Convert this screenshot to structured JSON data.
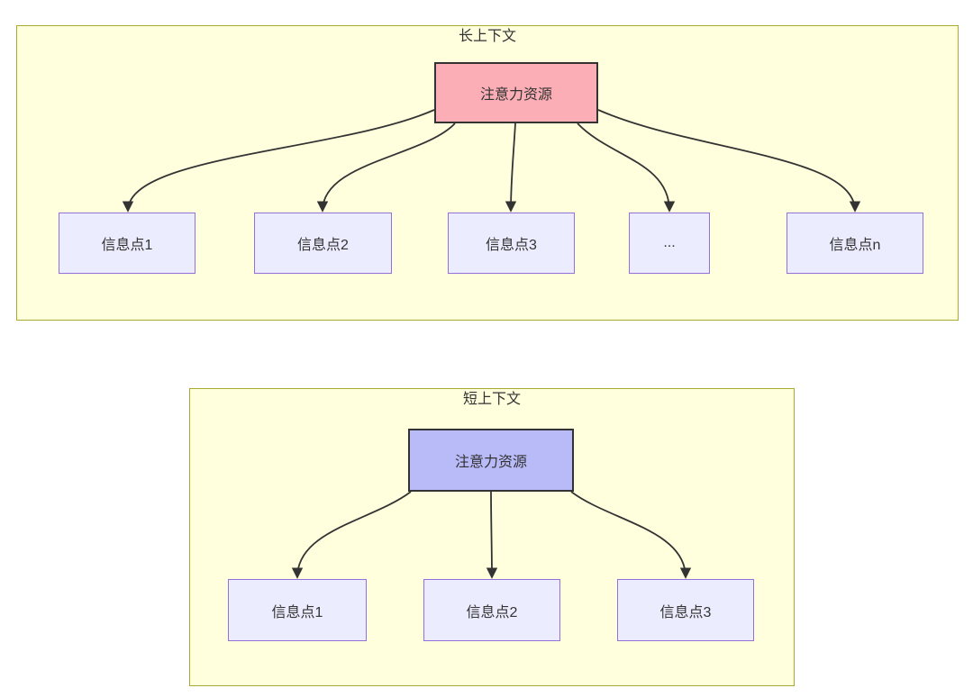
{
  "diagram": {
    "type": "flowchart",
    "clusters": [
      {
        "title": "长上下文",
        "source": {
          "label": "注意力资源",
          "fill": "#fcaeb6",
          "border": "#333333"
        },
        "targets": [
          {
            "label": "信息点1"
          },
          {
            "label": "信息点2"
          },
          {
            "label": "信息点3"
          },
          {
            "label": "..."
          },
          {
            "label": "信息点n"
          }
        ]
      },
      {
        "title": "短上下文",
        "source": {
          "label": "注意力资源",
          "fill": "#b9baf8",
          "border": "#333333"
        },
        "targets": [
          {
            "label": "信息点1"
          },
          {
            "label": "信息点2"
          },
          {
            "label": "信息点3"
          }
        ]
      }
    ],
    "colors": {
      "cluster_fill": "#ffffde",
      "cluster_border": "#aaaa33",
      "target_node_fill": "#ececff",
      "target_node_border": "#9370db",
      "edge": "#333333",
      "text": "#333333"
    }
  }
}
